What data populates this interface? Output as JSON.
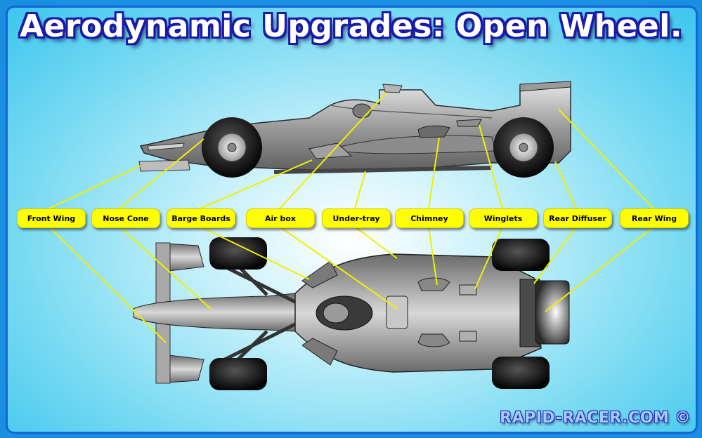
{
  "title": "Aerodynamic Upgrades: Open Wheel.",
  "labels": {
    "front_wing": "Front Wing",
    "nose_cone": "Nose Cone",
    "barge_boards": "Barge Boards",
    "air_box": "Air box",
    "under_tray": "Under-tray",
    "chimney": "Chimney",
    "winglets": "Winglets",
    "rear_diffuser": "Rear Diffuser",
    "rear_wing": "Rear Wing"
  },
  "footer": {
    "brand": "RAPID-RACER.COM",
    "copyright_symbol": "©"
  },
  "colors": {
    "background": "#3cc6ee",
    "label_fill": "#ffff00",
    "leader_line": "#f0f000",
    "title_outline": "#1a1aa8"
  }
}
